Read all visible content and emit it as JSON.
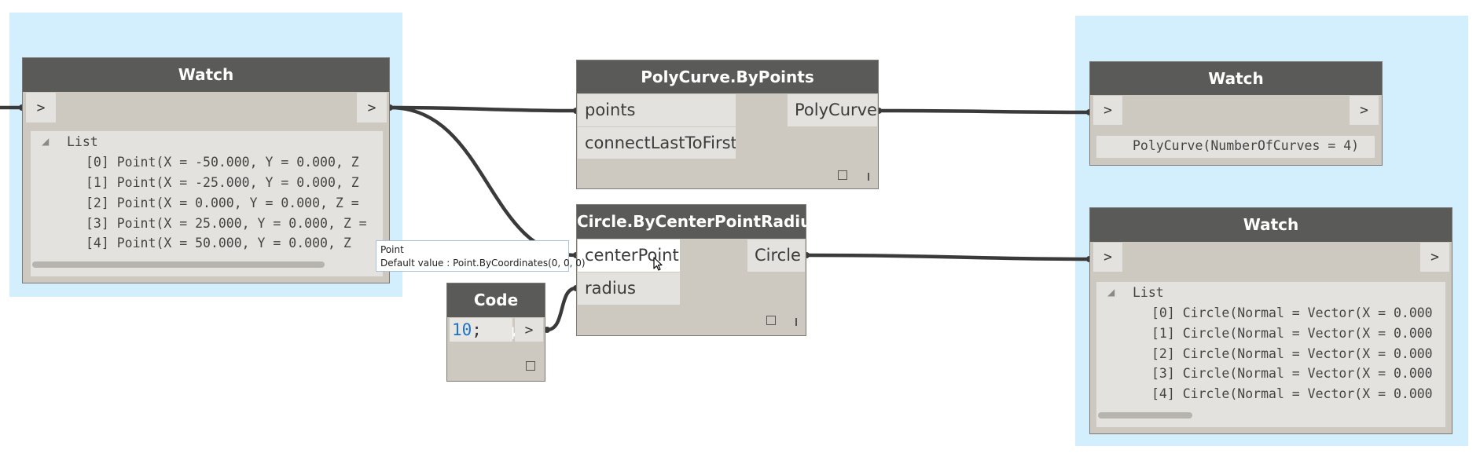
{
  "canvas": {
    "background_color": "#ffffff",
    "group_color": "#d3eefc",
    "wire_color": "#3a3a3a"
  },
  "nodes": {
    "watch_points": {
      "title": "Watch",
      "in_arrow": ">",
      "out_arrow": ">",
      "list_label": "List",
      "items": [
        "[0] Point(X = -50.000, Y = 0.000, Z",
        "[1] Point(X = -25.000, Y = 0.000, Z",
        "[2] Point(X = 0.000, Y = 0.000, Z =",
        "[3] Point(X = 25.000, Y = 0.000, Z =",
        "[4] Point(X = 50.000, Y = 0.000, Z"
      ]
    },
    "polycurve": {
      "title": "PolyCurve.ByPoints",
      "inputs": [
        "points",
        "connectLastToFirst"
      ],
      "output": "PolyCurve"
    },
    "watch_polycurve": {
      "title": "Watch",
      "in_arrow": ">",
      "out_arrow": ">",
      "value": "PolyCurve(NumberOfCurves = 4)"
    },
    "circle": {
      "title": "Circle.ByCenterPointRadius",
      "inputs": [
        "centerPoint",
        "radius"
      ],
      "output": "Circle"
    },
    "watch_circles": {
      "title": "Watch",
      "in_arrow": ">",
      "out_arrow": ">",
      "list_label": "List",
      "items": [
        "[0] Circle(Normal = Vector(X = 0.000",
        "[1] Circle(Normal = Vector(X = 0.000",
        "[2] Circle(Normal = Vector(X = 0.000",
        "[3] Circle(Normal = Vector(X = 0.000",
        "[4] Circle(Normal = Vector(X = 0.000"
      ]
    },
    "code_block": {
      "title": "Code Block",
      "code_number": "10",
      "code_semicolon": ";",
      "code_number_color": "#1a74c8",
      "out_arrow": ">"
    }
  },
  "tooltip": {
    "line1": "Point",
    "line2": "Default value : Point.ByCoordinates(0, 0, 0)"
  }
}
